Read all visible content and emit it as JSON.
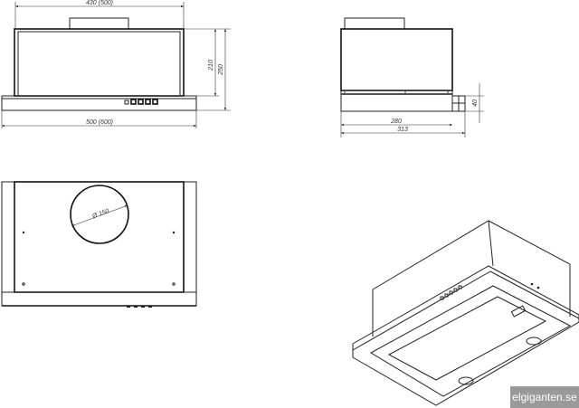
{
  "front_view": {
    "width_dim": "430 (500)",
    "total_width_dim": "500 (600)",
    "height_inner_dim": "210",
    "height_total_dim": "250"
  },
  "side_view": {
    "depth_dim": "280",
    "total_depth_dim": "313",
    "front_height_dim": "40"
  },
  "bottom_view": {
    "duct_diameter_dim": "Ø 150"
  },
  "watermark": "elgiganten.se"
}
